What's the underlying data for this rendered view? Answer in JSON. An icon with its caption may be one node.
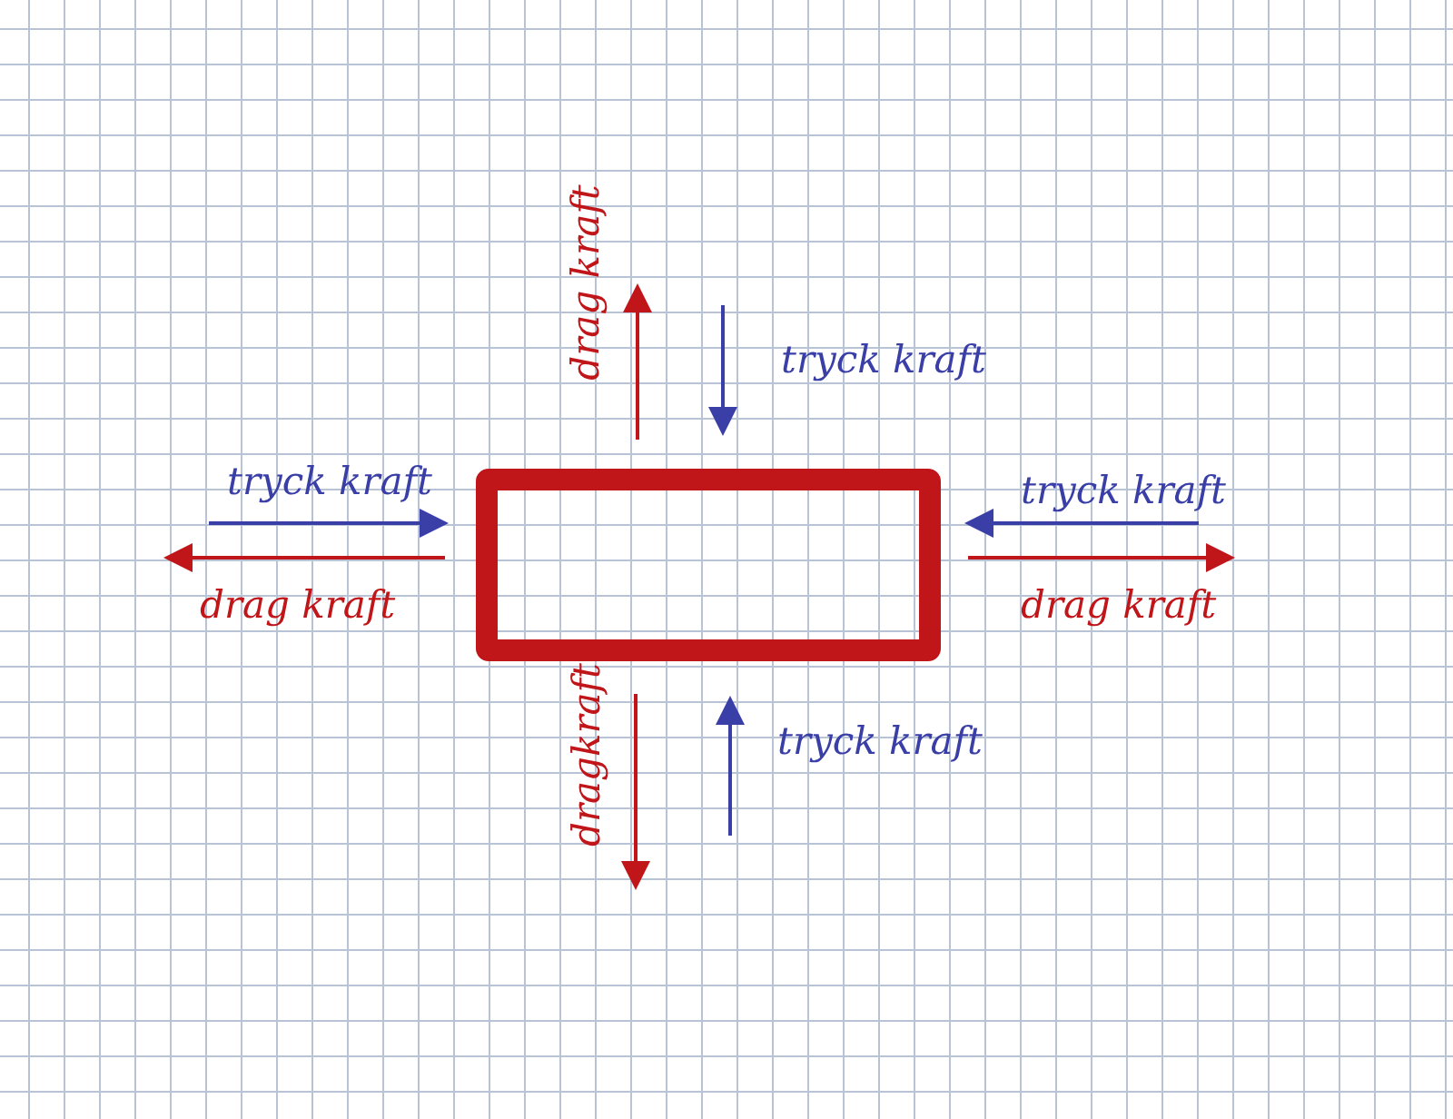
{
  "diagram": {
    "nodes": [
      {
        "text": [],
        "shape": "box"
      }
    ],
    "labels": [
      "drag kraft",
      "tryck kraft",
      "tryck kraft",
      "tryck kraft",
      "drag kraft",
      "drag kraft",
      "dragkraft",
      "tryck kraft"
    ]
  }
}
